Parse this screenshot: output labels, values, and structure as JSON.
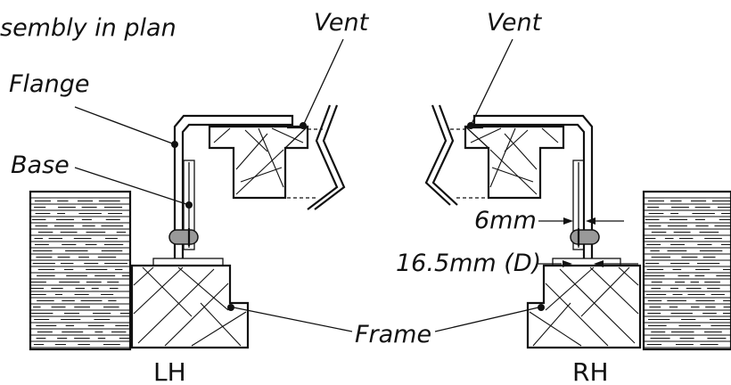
{
  "labels": {
    "title_fragment": "sembly in plan",
    "vent_left": "Vent",
    "vent_right": "Vent",
    "flange": "Flange",
    "base": "Base",
    "frame": "Frame",
    "dim_6mm": "6mm",
    "dim_16_5mm": "16.5mm (D)",
    "lh": "LH",
    "rh": "RH"
  }
}
